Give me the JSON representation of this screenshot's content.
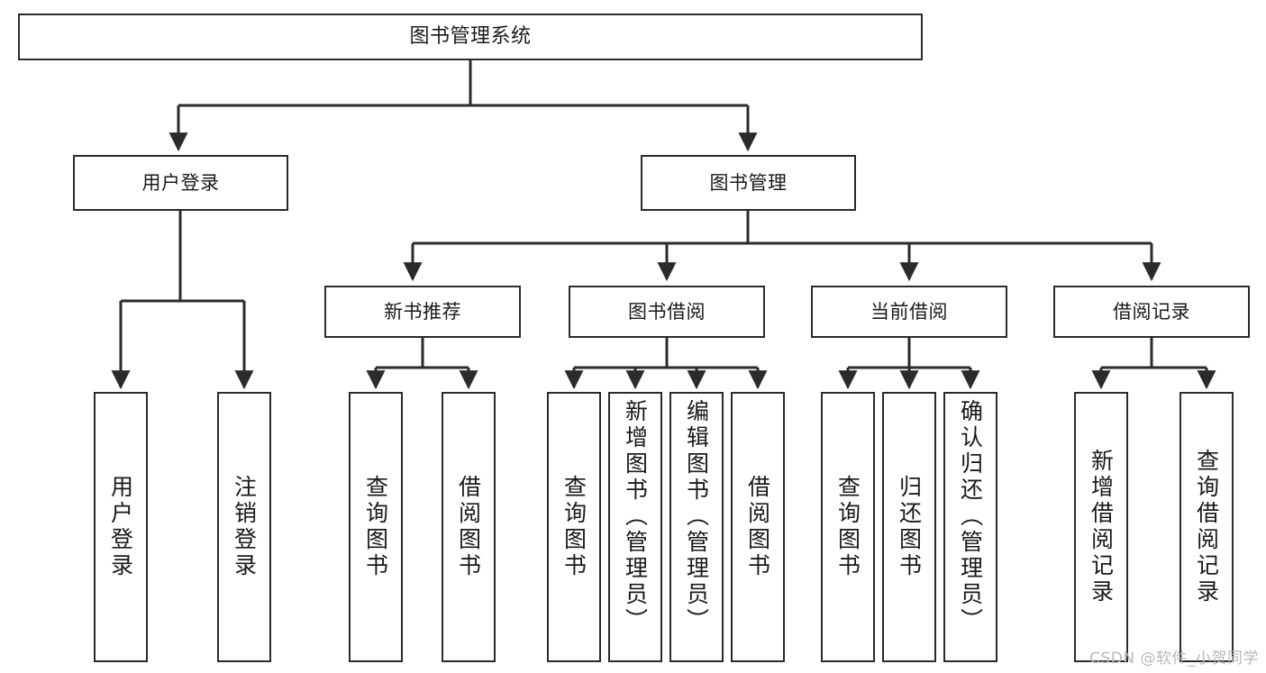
{
  "diagram": {
    "title": "图书管理系统",
    "type": "tree",
    "stroke_color": "#2b2b2b",
    "fill_color": "#ffffff",
    "text_color": "#1a1a1a"
  },
  "root": {
    "label": "图书管理系统"
  },
  "level2": [
    {
      "label": "用户登录"
    },
    {
      "label": "图书管理"
    }
  ],
  "level3": [
    {
      "label": "新书推荐"
    },
    {
      "label": "图书借阅"
    },
    {
      "label": "当前借阅"
    },
    {
      "label": "借阅记录"
    }
  ],
  "leaves": {
    "user_login": [
      {
        "label": "用户登录"
      },
      {
        "label": "注销登录"
      }
    ],
    "new_book_recommend": [
      {
        "label": "查询图书"
      },
      {
        "label": "借阅图书"
      }
    ],
    "book_borrow": [
      {
        "label": "查询图书"
      },
      {
        "label": "新增图书（管理员）"
      },
      {
        "label": "编辑图书（管理员）"
      },
      {
        "label": "借阅图书"
      }
    ],
    "current_borrow": [
      {
        "label": "查询图书"
      },
      {
        "label": "归还图书"
      },
      {
        "label": "确认归还（管理员）"
      }
    ],
    "borrow_record": [
      {
        "label": "新增借阅记录"
      },
      {
        "label": "查询借阅记录"
      }
    ]
  },
  "watermark": {
    "text": "CSDN @软件_小贺同学",
    "color": "#b9b9b9"
  }
}
